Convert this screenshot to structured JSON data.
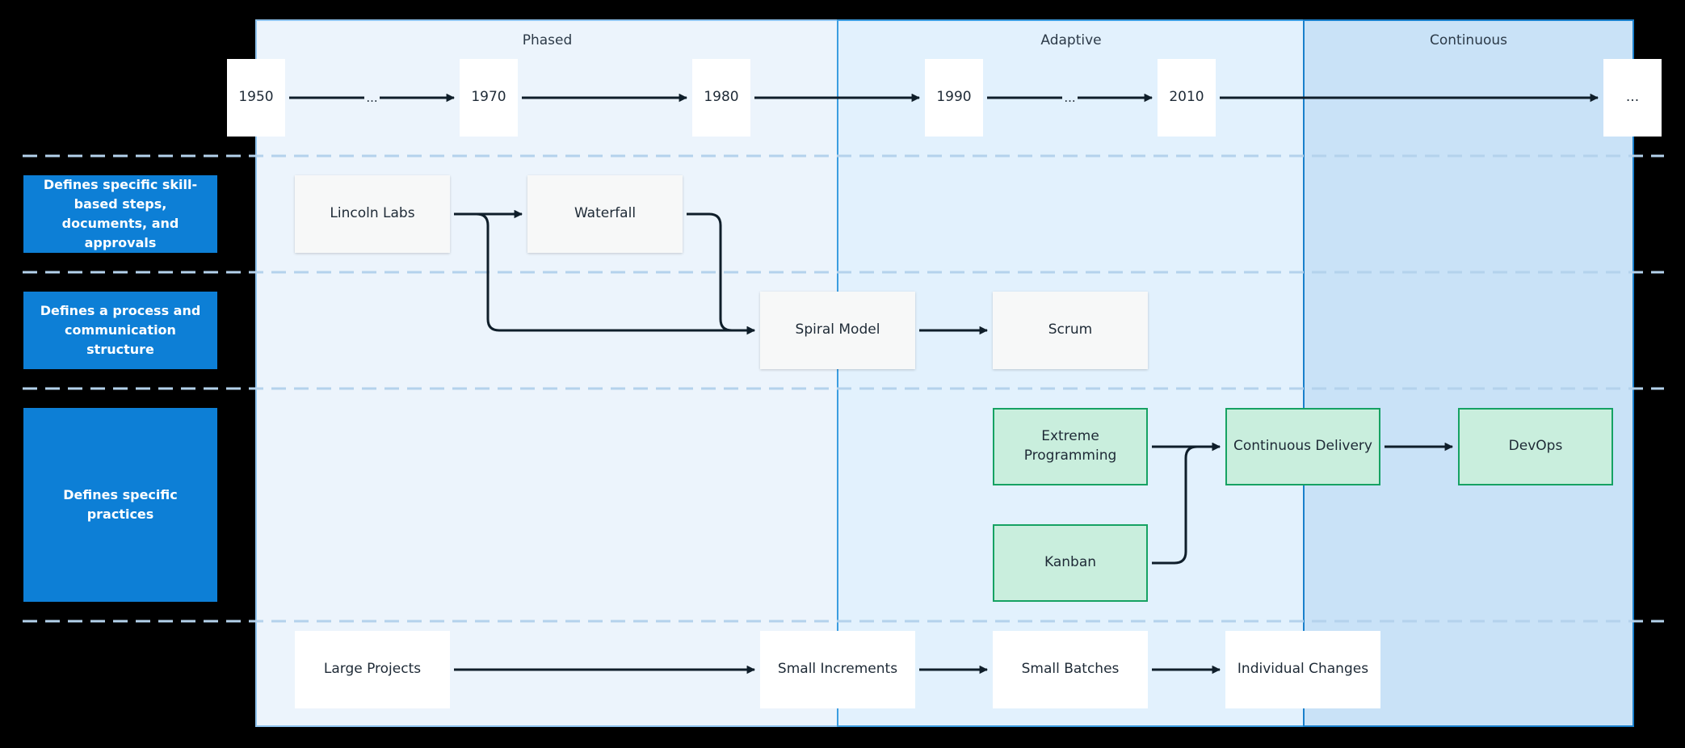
{
  "phases": {
    "phased": "Phased",
    "adaptive": "Adaptive",
    "continuous": "Continuous"
  },
  "timeline": [
    "1950",
    "1970",
    "1980",
    "1990",
    "2010",
    "..."
  ],
  "timeline_gap_marks": [
    "...",
    "..."
  ],
  "lanes": {
    "skills": "Defines specific skill-based steps, documents, and approvals",
    "process": "Defines a process and communication structure",
    "practices": "Defines specific practices"
  },
  "methods": {
    "lincoln_labs": "Lincoln Labs",
    "waterfall": "Waterfall",
    "spiral_model": "Spiral Model",
    "scrum": "Scrum"
  },
  "practices": {
    "extreme_programming": "Extreme Programming",
    "kanban": "Kanban",
    "continuous_delivery": "Continuous Delivery",
    "devops": "DevOps"
  },
  "sizes": {
    "large_projects": "Large Projects",
    "small_increments": "Small Increments",
    "small_batches": "Small Batches",
    "individual_changes": "Individual Changes"
  },
  "colors": {
    "lane_label": "#0d7fd6",
    "practice_fill": "#c9eedd",
    "practice_border": "#16a263",
    "arrow": "#0f1e2a",
    "separator": "#b4d2ec"
  }
}
